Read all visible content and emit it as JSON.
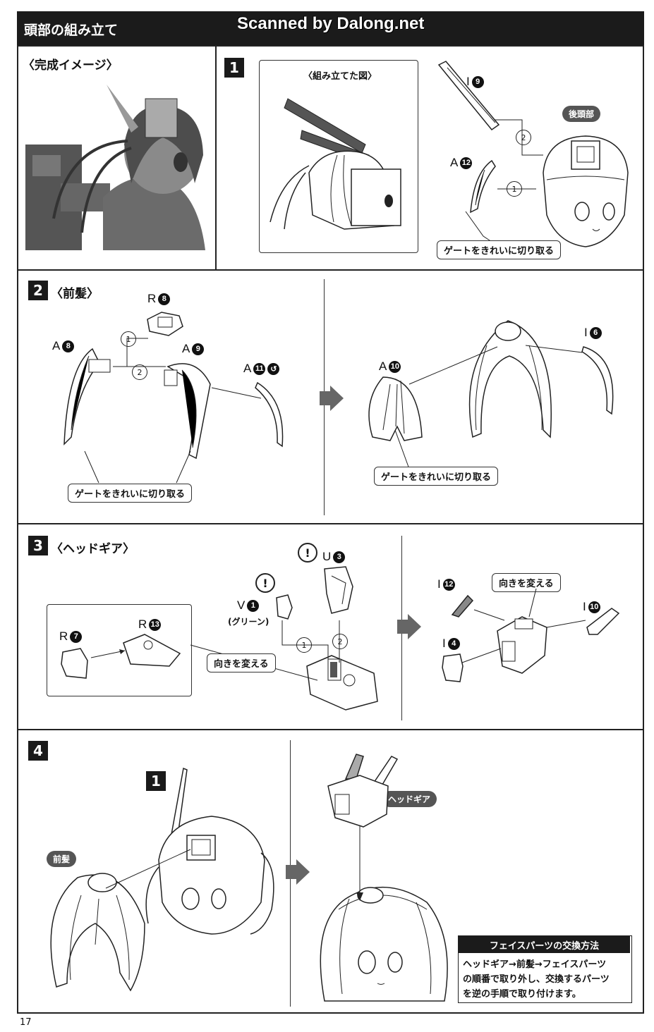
{
  "header": {
    "title": "頭部の組み立て",
    "watermark": "Scanned by Dalong.net"
  },
  "preview": {
    "label": "〈完成イメージ〉"
  },
  "step1": {
    "num": "1",
    "inset_label": "〈組み立てた図〉",
    "part_a": "A",
    "part_a_num": "12",
    "part_i": "I",
    "part_i_num": "9",
    "seq1": "1",
    "seq2": "2",
    "rear_tag": "後頭部",
    "gate_note": "ゲートをきれいに切り取る"
  },
  "step2": {
    "num": "2",
    "title": "〈前髪〉",
    "r": "R",
    "r_num": "8",
    "a8": "A",
    "a8_num": "8",
    "a9": "A",
    "a9_num": "9",
    "a11": "A",
    "a11_num": "11",
    "a10": "A",
    "a10_num": "10",
    "i6": "I",
    "i6_num": "6",
    "seq1": "1",
    "seq2": "2",
    "gate_left": "ゲートをきれいに切り取る",
    "gate_right": "ゲートをきれいに切り取る"
  },
  "step3": {
    "num": "3",
    "title": "〈ヘッドギア〉",
    "u": "U",
    "u_num": "3",
    "v": "V",
    "v_num": "1",
    "green": "(グリーン)",
    "r7": "R",
    "r7_num": "7",
    "r13": "R",
    "r13_num": "13",
    "turn_left": "向きを変える",
    "turn_right": "向きを変える",
    "i12": "I",
    "i12_num": "12",
    "i10": "I",
    "i10_num": "10",
    "i4": "I",
    "i4_num": "4",
    "seq1": "1",
    "seq2": "2",
    "warn": "!"
  },
  "step4": {
    "num": "4",
    "sub_num": "1",
    "bangs_tag": "前髪",
    "headgear_tag": "ヘッドギア",
    "note_title": "フェイスパーツの交換方法",
    "note_line1": "ヘッドギア→前髪→フェイスパーツ",
    "note_line2": "の順番で取り外し、交換するパーツ",
    "note_line3": "を逆の手順で取り付けます。"
  },
  "footer": {
    "page": "17"
  }
}
